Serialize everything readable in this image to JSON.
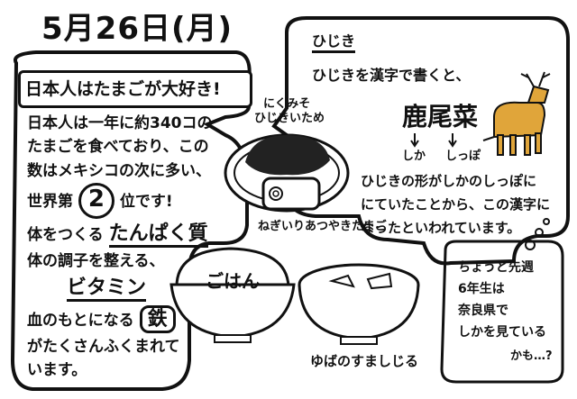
{
  "date": "5月26日(月)",
  "left_panel": {
    "headline": "日本人はたまごが大好き!",
    "body_line1": "日本人は一年に約340コの",
    "body_line2": "たまごを食べており、この",
    "body_line3": "数はメキシコの次に多い、",
    "body_line4_a": "世界第",
    "body_line4_num": "2",
    "body_line4_b": "位です!",
    "body_line5_a": "体をつくる",
    "body_line5_b": "たんぱく質",
    "body_line6": "体の調子を整える、",
    "body_line7": "ビタミン",
    "body_line8_a": "血のもとになる",
    "body_line8_b": "鉄",
    "body_line9": "がたくさんふくまれて",
    "body_line10": "います。"
  },
  "food": {
    "side_dish": "にくみそ",
    "side_dish2": "ひじきいため",
    "egg": "ねぎいりあつやきたまご",
    "rice": "ごはん",
    "soup": "ゆばのすましじる"
  },
  "right_panel": {
    "title": "ひじき",
    "line1": "ひじきを漢字で書くと、",
    "kanji": "鹿尾菜",
    "reading1": "しか",
    "reading2": "しっぽ",
    "line2": "ひじきの形がしかのしっぽに",
    "line3": "にていたことから、この漢字に",
    "line4": "なったといわれています。"
  },
  "bubble": {
    "line1": "ちょうど先週",
    "line2": "6年生は",
    "line3": "奈良県で",
    "line4": "しかを見ている",
    "line5": "かも…?"
  }
}
